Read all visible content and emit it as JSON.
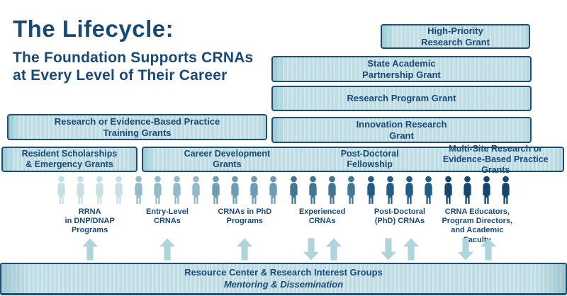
{
  "palette": {
    "text_navy": "#174a77",
    "box_border": "#1d4f72",
    "box_fill_light": "#d2e8ec",
    "box_fill_mid": "#bedbe2",
    "box_highlight_cyan": "#97e4ec",
    "arrow_blue": "#aed4dc"
  },
  "header": {
    "title": "The Lifecycle:",
    "subtitle": "The Foundation Supports CRNAs\nat Every Level of Their Career"
  },
  "right_grants": [
    {
      "label": "High-Priority\nResearch Grant"
    },
    {
      "label": "State Academic\nPartnership Grant"
    },
    {
      "label": "Research Program Grant"
    },
    {
      "label": "Innovation Research\nGrant"
    }
  ],
  "training_grant": {
    "label": "Research or Evidence-Based Practice\nTraining Grants"
  },
  "level_grants": [
    {
      "label": "Resident Scholarships\n& Emergency Grants"
    },
    {
      "label": "Career Development\nGrants"
    },
    {
      "label": "Post-Doctoral\nFellowship"
    },
    {
      "label": "Multi-Site Research or\nEvidence-Based Practice Grants"
    }
  ],
  "persons_per_stage": 4,
  "career_stages": [
    {
      "label": "RRNA\nin DNP/DNAP\nPrograms",
      "person_color": "#c7dfe5",
      "arrows": [
        "up"
      ]
    },
    {
      "label": "Entry-Level\nCRNAs",
      "person_color": "#94bac7",
      "arrows": [
        "up"
      ]
    },
    {
      "label": "CRNAs in PhD\nPrograms",
      "person_color": "#6e9db3",
      "arrows": [
        "up"
      ]
    },
    {
      "label": "Experienced\nCRNAs",
      "person_color": "#417795",
      "arrows": [
        "down",
        "up"
      ]
    },
    {
      "label": "Post-Doctoral\n(PhD) CRNAs",
      "person_color": "#215d85",
      "arrows": [
        "down",
        "up"
      ]
    },
    {
      "label": "CRNA Educators,\nProgram Directors,\nand Academic Faculty",
      "person_color": "#16486d",
      "arrows": [
        "down",
        "up"
      ]
    }
  ],
  "icons": {
    "person": "person-icon",
    "up_arrow": "up-arrow-icon",
    "down_arrow": "down-arrow-icon"
  },
  "bottom_bar": {
    "line1": "Resource Center & Research Interest Groups",
    "line2": "Mentoring & Dissemination"
  }
}
